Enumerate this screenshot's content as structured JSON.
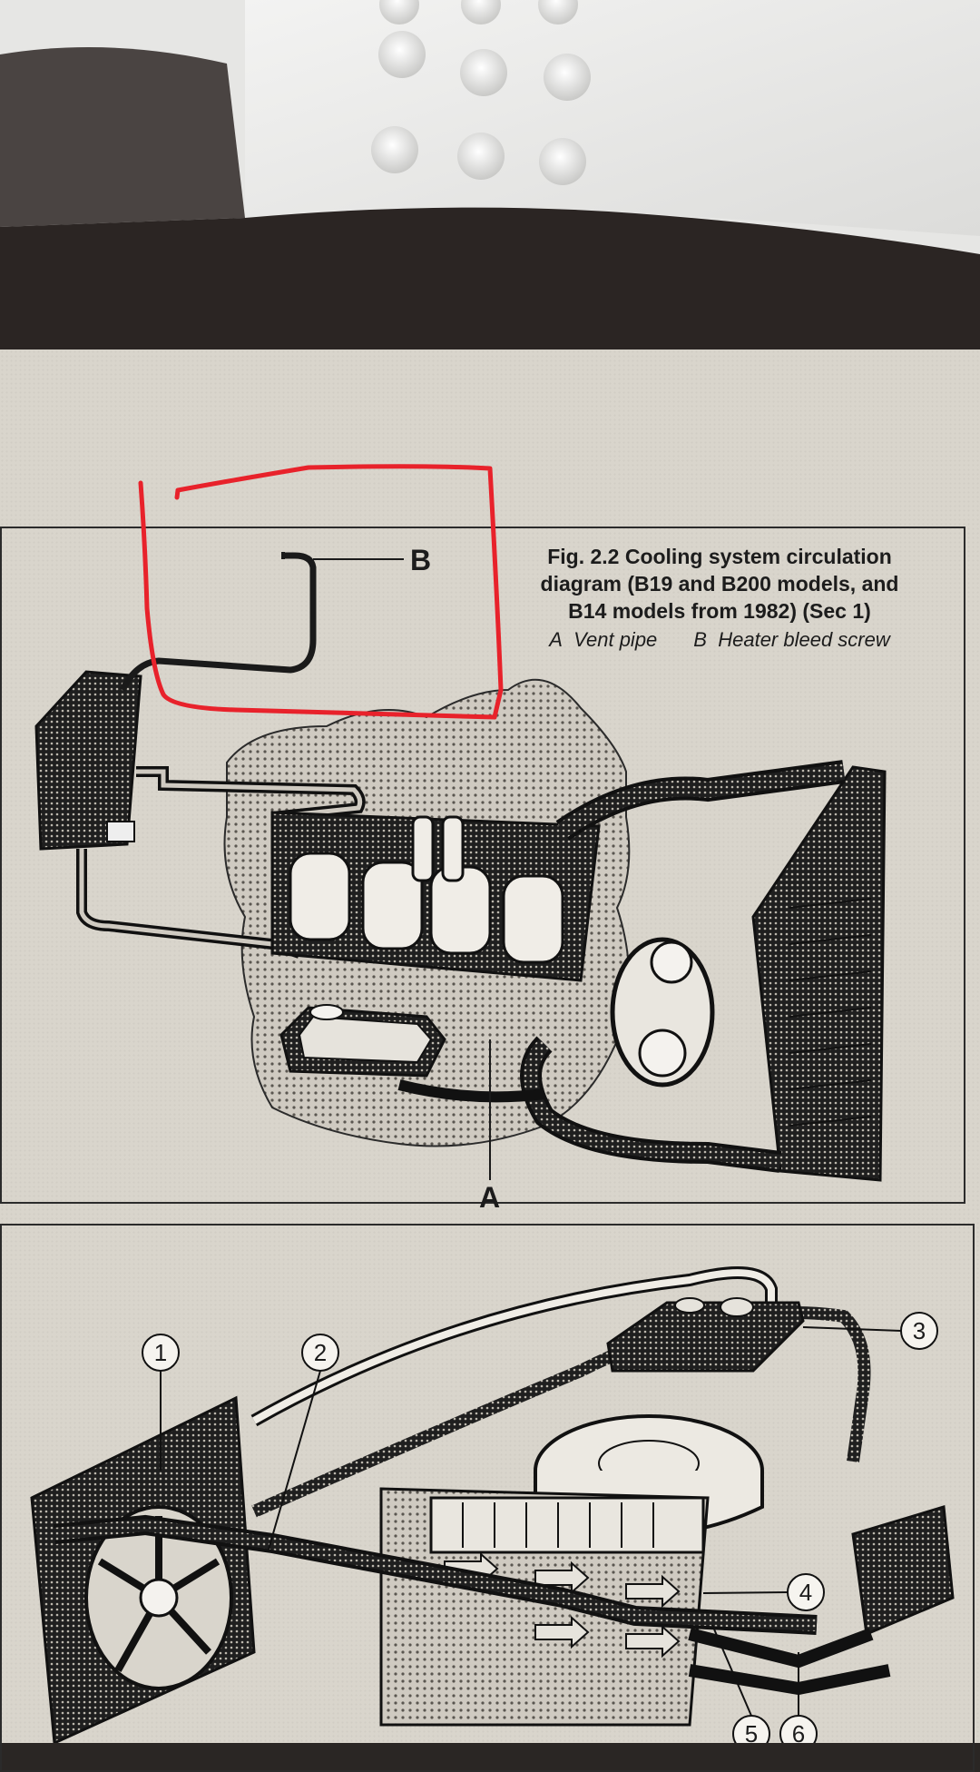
{
  "figure": {
    "title_lines": [
      "Fig. 2.2 Cooling system circulation",
      "diagram (B19 and B200 models, and",
      "B14 models from 1982) (Sec 1)"
    ],
    "legend": [
      {
        "key": "A",
        "text": "Vent pipe"
      },
      {
        "key": "B",
        "text": "Heater bleed screw"
      }
    ]
  },
  "callouts": {
    "a": "A",
    "b": "B"
  },
  "numbers": [
    "1",
    "2",
    "3",
    "4",
    "5",
    "6"
  ],
  "annotation": {
    "color": "#e8222b"
  }
}
